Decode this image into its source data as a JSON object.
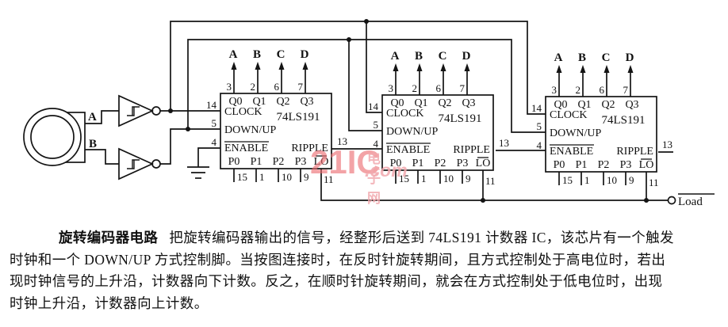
{
  "diagram": {
    "encoder": {
      "output_a": "A",
      "output_b": "B"
    },
    "ic": {
      "name": "74LS191",
      "outputs": [
        "A",
        "B",
        "C",
        "D"
      ],
      "top_pin_numbers": [
        "3",
        "2",
        "6",
        "7"
      ],
      "q_labels": [
        "Q0",
        "Q1",
        "Q2",
        "Q3"
      ],
      "clock_label": "CLOCK",
      "clock_pin": "14",
      "downup_label": "DOWN/UP",
      "downup_pin": "5",
      "enable_label": "ENABLE",
      "enable_pin": "4",
      "ripple_label": "RIPPLE",
      "ripple_pin": "13",
      "p_labels": [
        "P0",
        "P1",
        "P2",
        "P3"
      ],
      "bottom_pin_numbers": [
        "15",
        "1",
        "10",
        "9"
      ],
      "load_pin_label": "LO",
      "load_pin_number": "11"
    },
    "load_terminal": "Load"
  },
  "watermark": {
    "brand": "21IC",
    "site": "电子网",
    "tld": ".com"
  },
  "caption": {
    "title": "旋转编码器电路",
    "line1": "把旋转编码器输出的信号，经整形后送到 74LS191 计数器 IC，该芯片有一个触发",
    "line2": "时钟和一个 DOWN/UP 方式控制脚。当按图连接时，在反时针旋转期间，且方式控制处于高电位时，若出",
    "line3": "现时钟信号的上升沿，计数器向下计数。反之，在顺时针旋转期间，就会在方式控制处于低电位时，出现",
    "line4": "时钟上升沿，计数器向上计数。"
  }
}
